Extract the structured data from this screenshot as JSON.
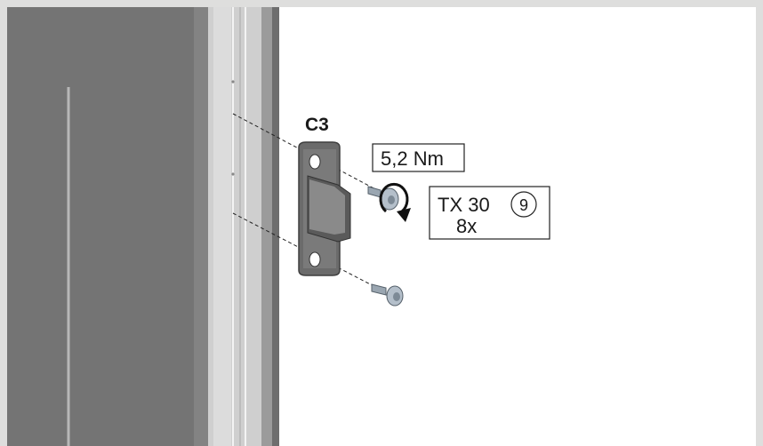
{
  "part_label": "C3",
  "torque": {
    "value": "5,2 Nm"
  },
  "tool": {
    "bit": "TX 30",
    "count": "8x",
    "step_number": "9"
  },
  "colors": {
    "door_panel": "#747474",
    "door_panel_edge": "#8a8a8a",
    "frame_profile": "#c9c9c9",
    "frame_border": "#dededd",
    "striker": "#6a6a6a",
    "screw": "#a8b4bf"
  }
}
